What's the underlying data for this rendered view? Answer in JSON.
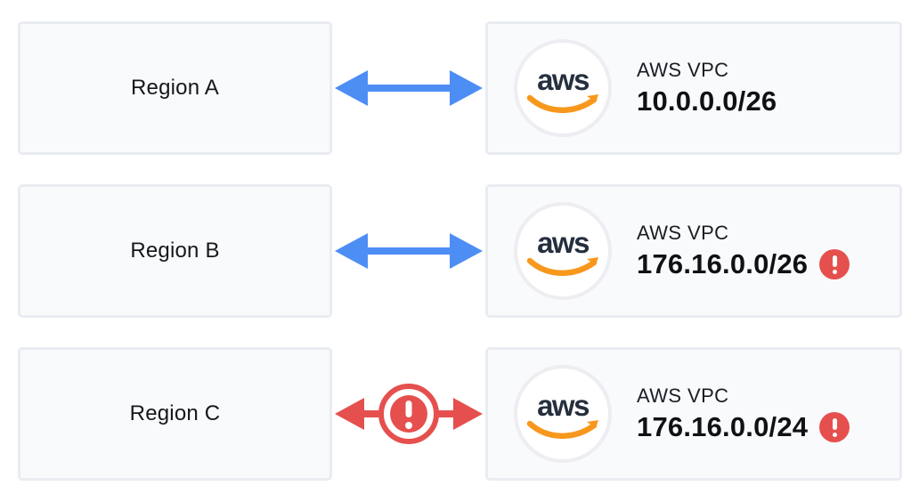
{
  "rows": [
    {
      "region_label": "Region A",
      "connection_status": "ok",
      "vpc_label": "AWS VPC",
      "vpc_cidr": "10.0.0.0/26",
      "cidr_warning": false
    },
    {
      "region_label": "Region B",
      "connection_status": "ok",
      "vpc_label": "AWS VPC",
      "vpc_cidr": "176.16.0.0/26",
      "cidr_warning": true
    },
    {
      "region_label": "Region C",
      "connection_status": "error",
      "vpc_label": "AWS VPC",
      "vpc_cidr": "176.16.0.0/24",
      "cidr_warning": true
    }
  ],
  "aws_logo": {
    "text": "aws"
  },
  "colors": {
    "arrow_ok": "#4d8ef5",
    "alert_red": "#e5504e",
    "aws_navy": "#252f3e",
    "aws_orange": "#f7981d",
    "box_bg": "#f9fafc",
    "box_border": "#e9ecf1"
  }
}
